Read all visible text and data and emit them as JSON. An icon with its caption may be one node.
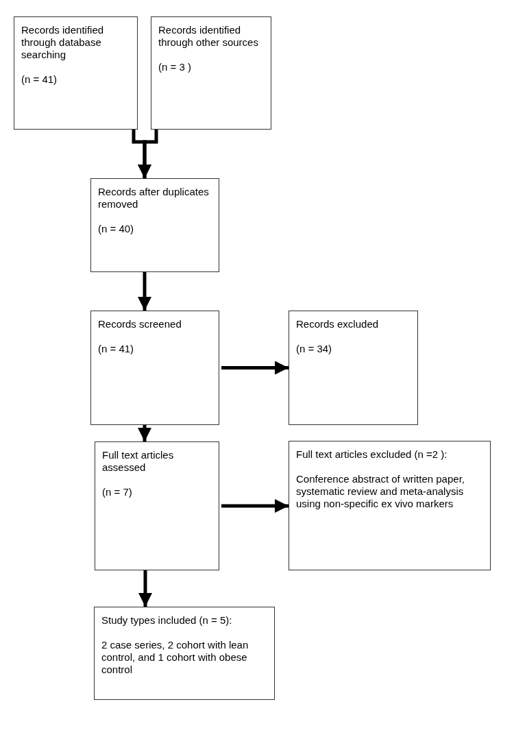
{
  "diagram": {
    "nodes": [
      {
        "text": [
          "Records identified through database searching",
          "(n = 41)"
        ]
      },
      {
        "text": [
          "Records identified through other sources",
          "(n = 3 )"
        ]
      },
      {
        "text": [
          "Records after duplicates removed",
          "(n = 40)"
        ]
      },
      {
        "text": [
          "Records screened",
          "(n = 41)"
        ]
      },
      {
        "text": [
          "Records excluded",
          "(n = 34)"
        ]
      },
      {
        "text": [
          "Full text articles assessed",
          "(n = 7)"
        ]
      },
      {
        "text": [
          "Full text articles excluded (n =2 ):",
          "Conference abstract of written paper, systematic review and meta-analysis using non-specific ex vivo markers"
        ]
      },
      {
        "text": [
          "Study types included (n = 5):",
          "2 case series, 2 cohort with lean control, and 1 cohort with obese control"
        ]
      }
    ],
    "edges": [
      {
        "from": 0,
        "to": 2,
        "arrow": "to"
      },
      {
        "from": 1,
        "to": 2,
        "arrow": "to"
      },
      {
        "from": 2,
        "to": 3,
        "arrow": "to"
      },
      {
        "from": 3,
        "to": 4,
        "arrow": "to"
      },
      {
        "from": 3,
        "to": 5,
        "arrow": "to"
      },
      {
        "from": 5,
        "to": 6,
        "arrow": "to"
      },
      {
        "from": 5,
        "to": 7,
        "arrow": "to"
      }
    ]
  }
}
